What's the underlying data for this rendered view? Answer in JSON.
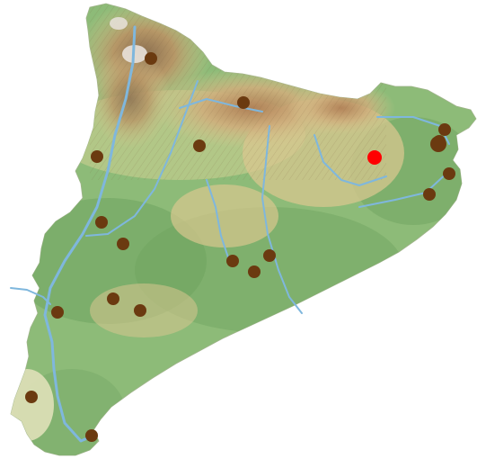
{
  "map": {
    "colors": {
      "background": "#ffffff",
      "lowland": "#8dbb78",
      "lowland_dark": "#6fa460",
      "midland": "#b9c98a",
      "upland": "#d8c78f",
      "mountain": "#b89566",
      "peak": "#8b6b4e",
      "snow": "#e9e2dc",
      "coast": "#dfe0b8",
      "river": "#7fb7dd",
      "marker": "#6b3a10",
      "highlight": "#ff0000"
    },
    "markers": [
      {
        "name": "marker-1",
        "highlight": false
      },
      {
        "name": "marker-2",
        "highlight": false
      },
      {
        "name": "marker-3",
        "highlight": false
      },
      {
        "name": "marker-4",
        "highlight": false
      },
      {
        "name": "marker-5",
        "highlight": false
      },
      {
        "name": "marker-6",
        "highlight": false
      },
      {
        "name": "marker-7",
        "highlight": false
      },
      {
        "name": "marker-8",
        "highlight": false
      },
      {
        "name": "marker-9",
        "highlight": false
      },
      {
        "name": "marker-10",
        "highlight": false
      },
      {
        "name": "marker-11",
        "highlight": false
      },
      {
        "name": "marker-12",
        "highlight": false
      },
      {
        "name": "marker-13",
        "highlight": false
      },
      {
        "name": "marker-14",
        "highlight": false
      },
      {
        "name": "marker-15",
        "highlight": false
      },
      {
        "name": "marker-16",
        "highlight": false
      },
      {
        "name": "marker-17",
        "highlight": false
      },
      {
        "name": "marker-18",
        "highlight": false
      },
      {
        "name": "marker-19",
        "highlight": false
      },
      {
        "name": "marker-selected",
        "highlight": true
      }
    ]
  }
}
